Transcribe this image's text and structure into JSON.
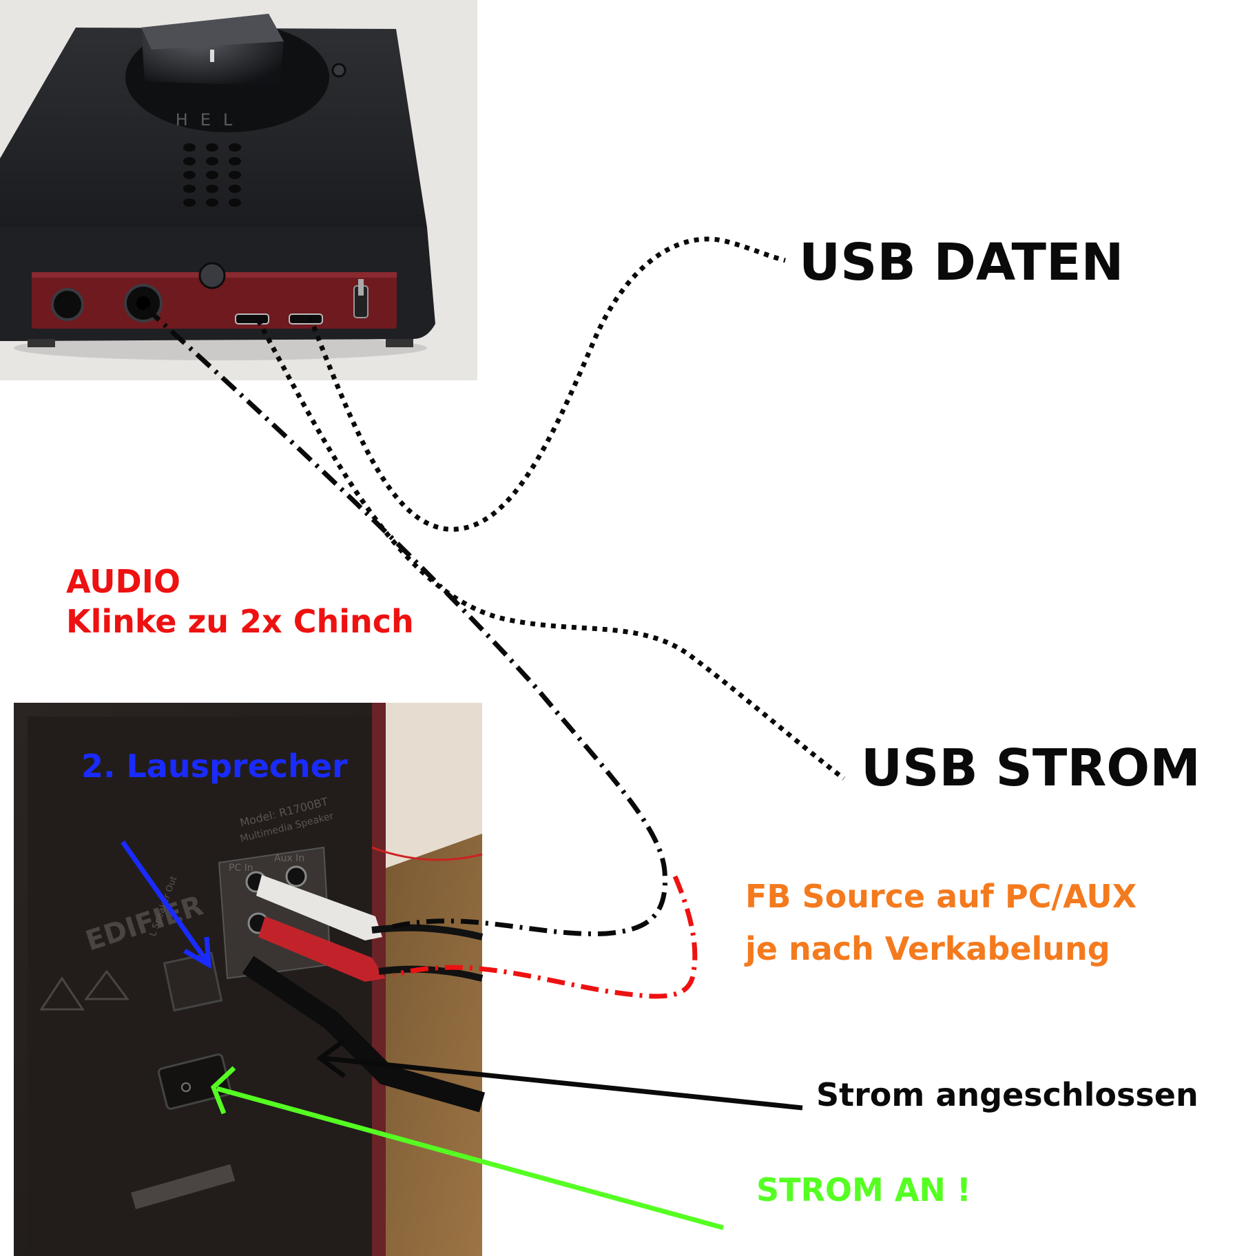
{
  "colors": {
    "black": "#0a0a0a",
    "red": "#ee1111",
    "blue": "#1a2bff",
    "orange": "#f47a1e",
    "green": "#55ff22"
  },
  "photos": {
    "dac": {
      "brand_mark": "HEL",
      "description": ""
    },
    "speaker": {
      "brand_mark": "EDIFIER",
      "model_text": "Model: R1700BT",
      "sub_text": "Multimedia Speaker",
      "port_labels": [
        "PC In",
        "Aux In",
        "L Speaker Out"
      ]
    }
  },
  "labels": {
    "usb_daten": "USB DATEN",
    "usb_strom": "USB STROM",
    "audio_line1": "AUDIO",
    "audio_line2": "Klinke zu 2x Chinch",
    "speaker_2": "2. Lausprecher",
    "fb_line1": "FB Source auf PC/AUX",
    "fb_line2": "je nach Verkabelung",
    "strom_angeschlossen": "Strom angeschlossen",
    "strom_an": "STROM AN !"
  }
}
